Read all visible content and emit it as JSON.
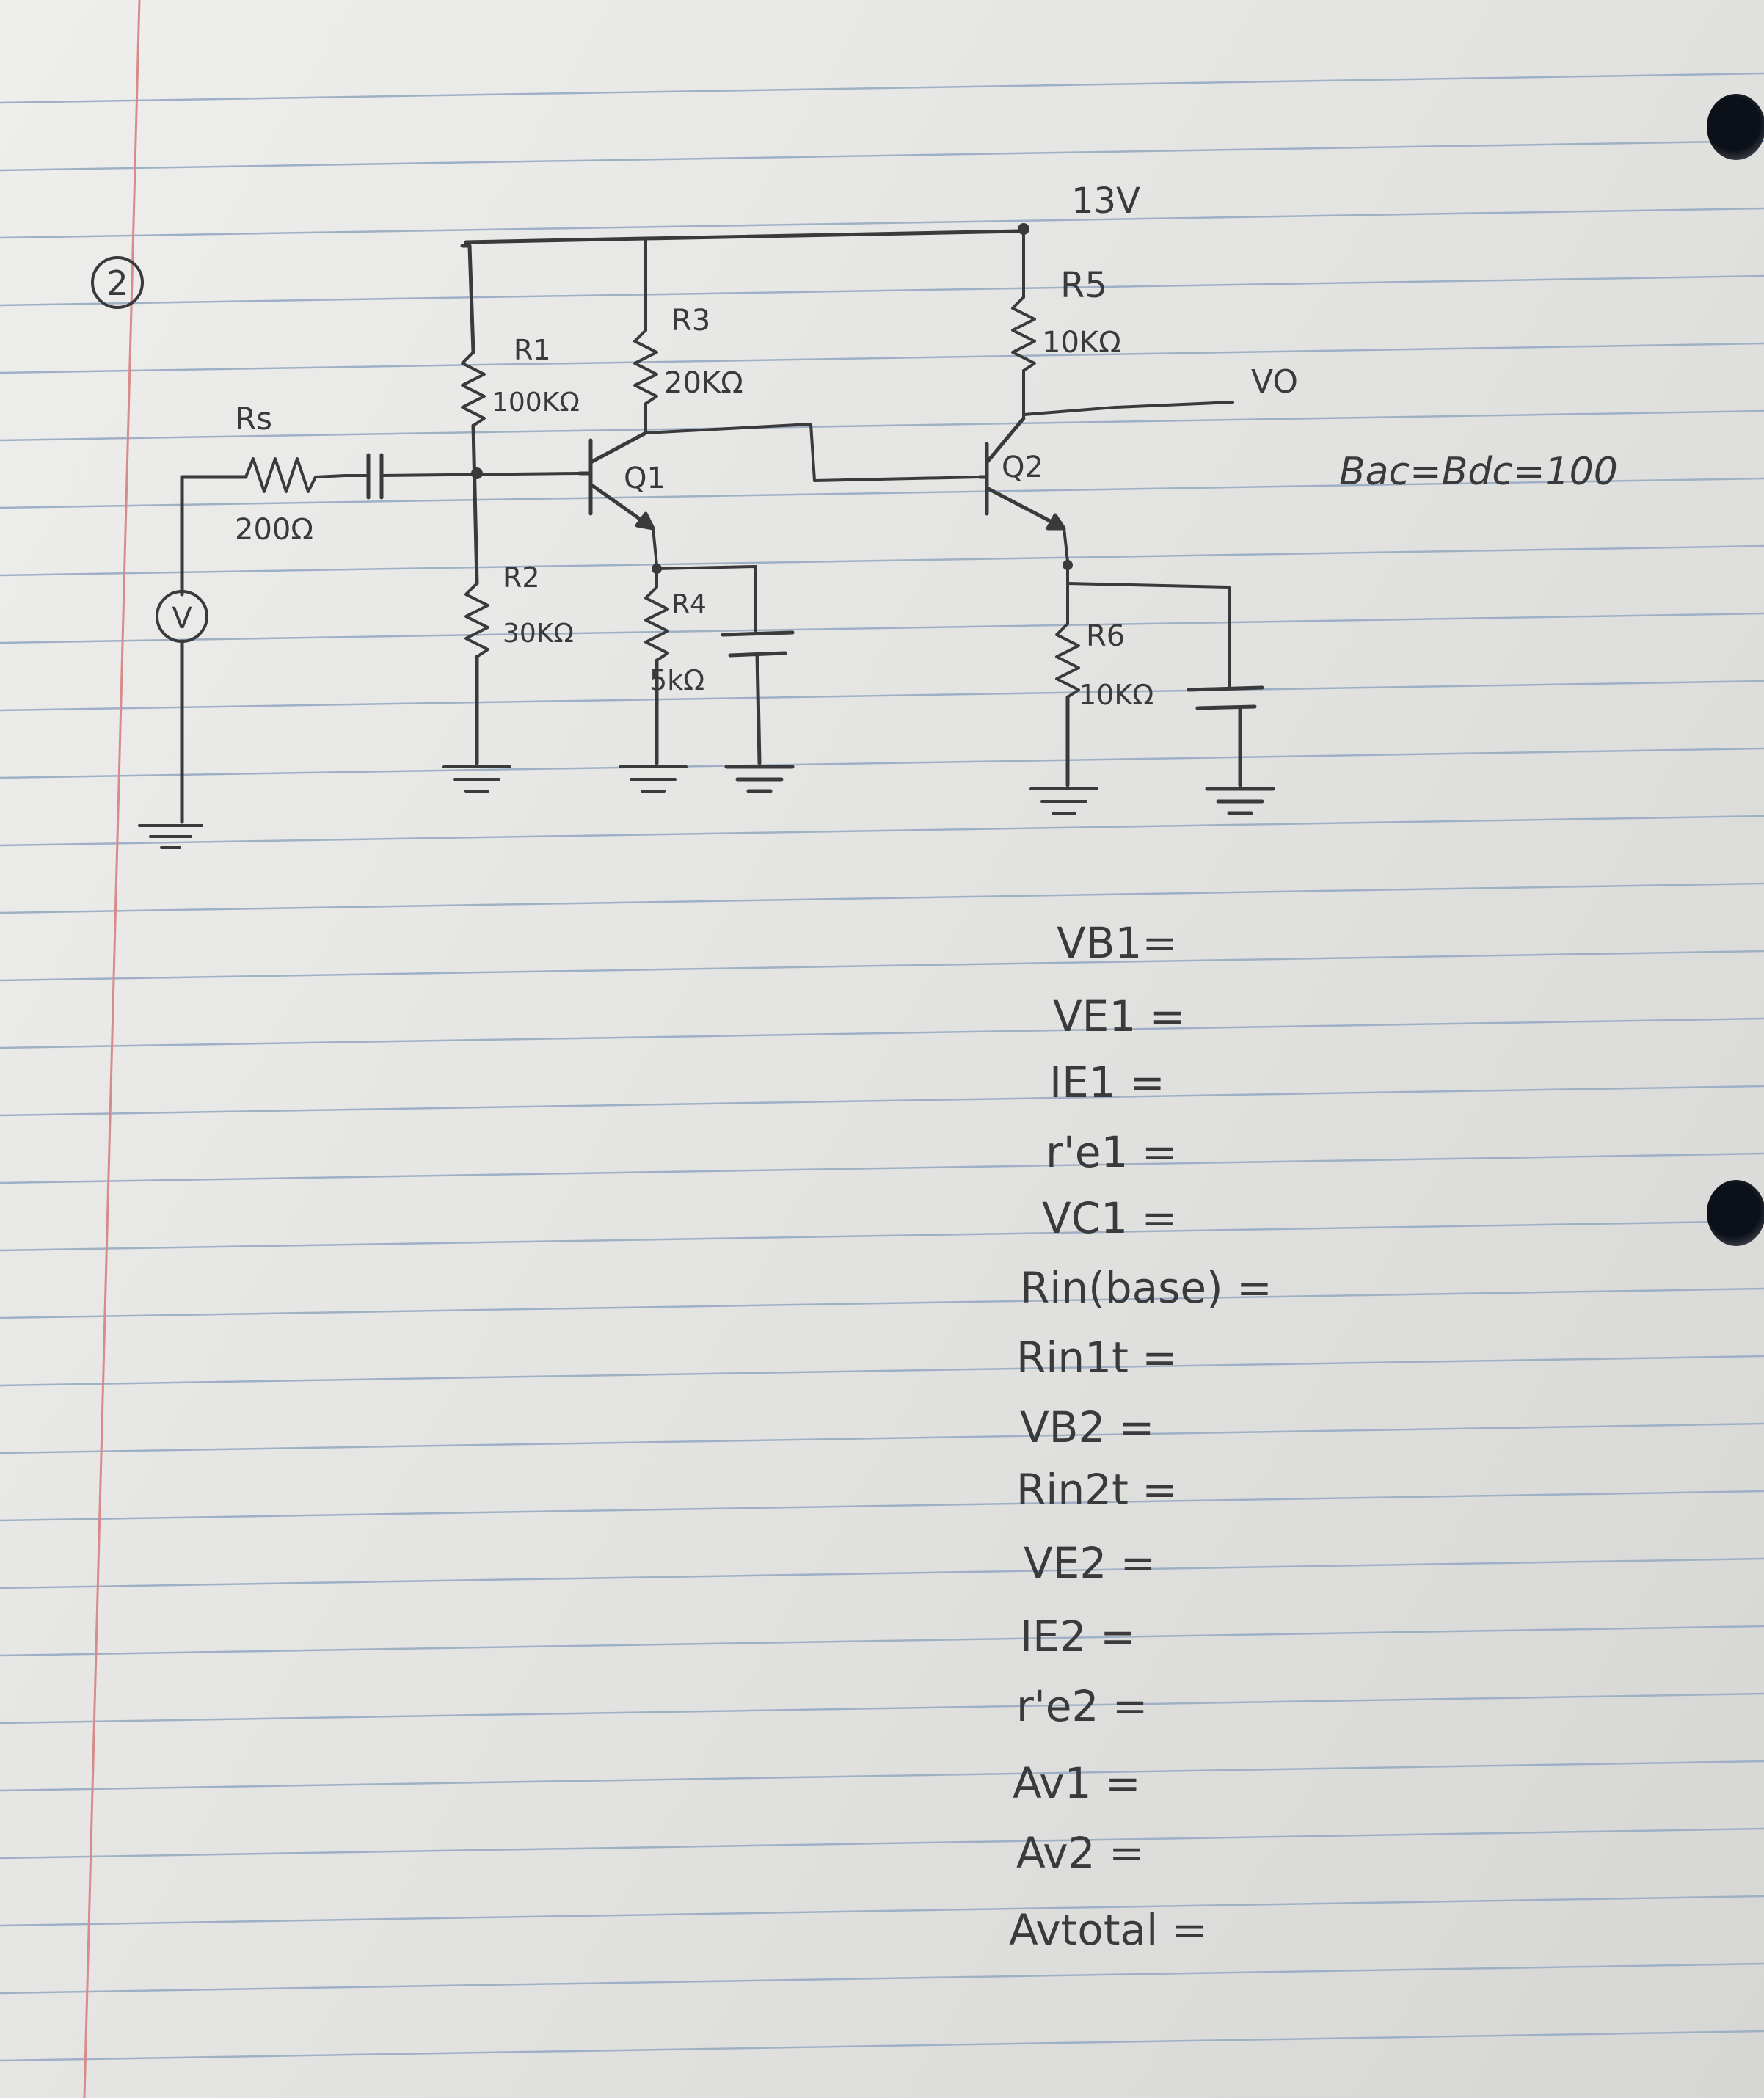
{
  "problem_number": "2",
  "supply": "13V",
  "labels": {
    "rs_name": "Rs",
    "rs_value": "200Ω",
    "r1_name": "R1",
    "r1_value": "100KΩ",
    "r2_name": "R2",
    "r2_value": "30KΩ",
    "r3_name": "R3",
    "r3_value": "20KΩ",
    "r4_name": "R4",
    "r4_value": "5kΩ",
    "r5_name": "R5",
    "r5_value": "10KΩ",
    "r6_name": "R6",
    "r6_value": "10KΩ",
    "q1": "Q1",
    "q2": "Q2",
    "vo": "VO",
    "source": "V"
  },
  "beta_note": "Bac=Bdc=100",
  "questions": [
    "VB1=",
    "VE1 =",
    "IE1 =",
    "r'e1 =",
    "VC1 =",
    "Rin(base) =",
    "Rin1t =",
    "VB2  =",
    "Rin2t =",
    "VE2 =",
    "IE2 =",
    "r'e2 =",
    "Av1 =",
    "Av2 =",
    "Avtotal ="
  ],
  "colors": {
    "ink": "#3a3a3c",
    "rule": "#9fb0c6",
    "margin": "#d98a8a"
  }
}
